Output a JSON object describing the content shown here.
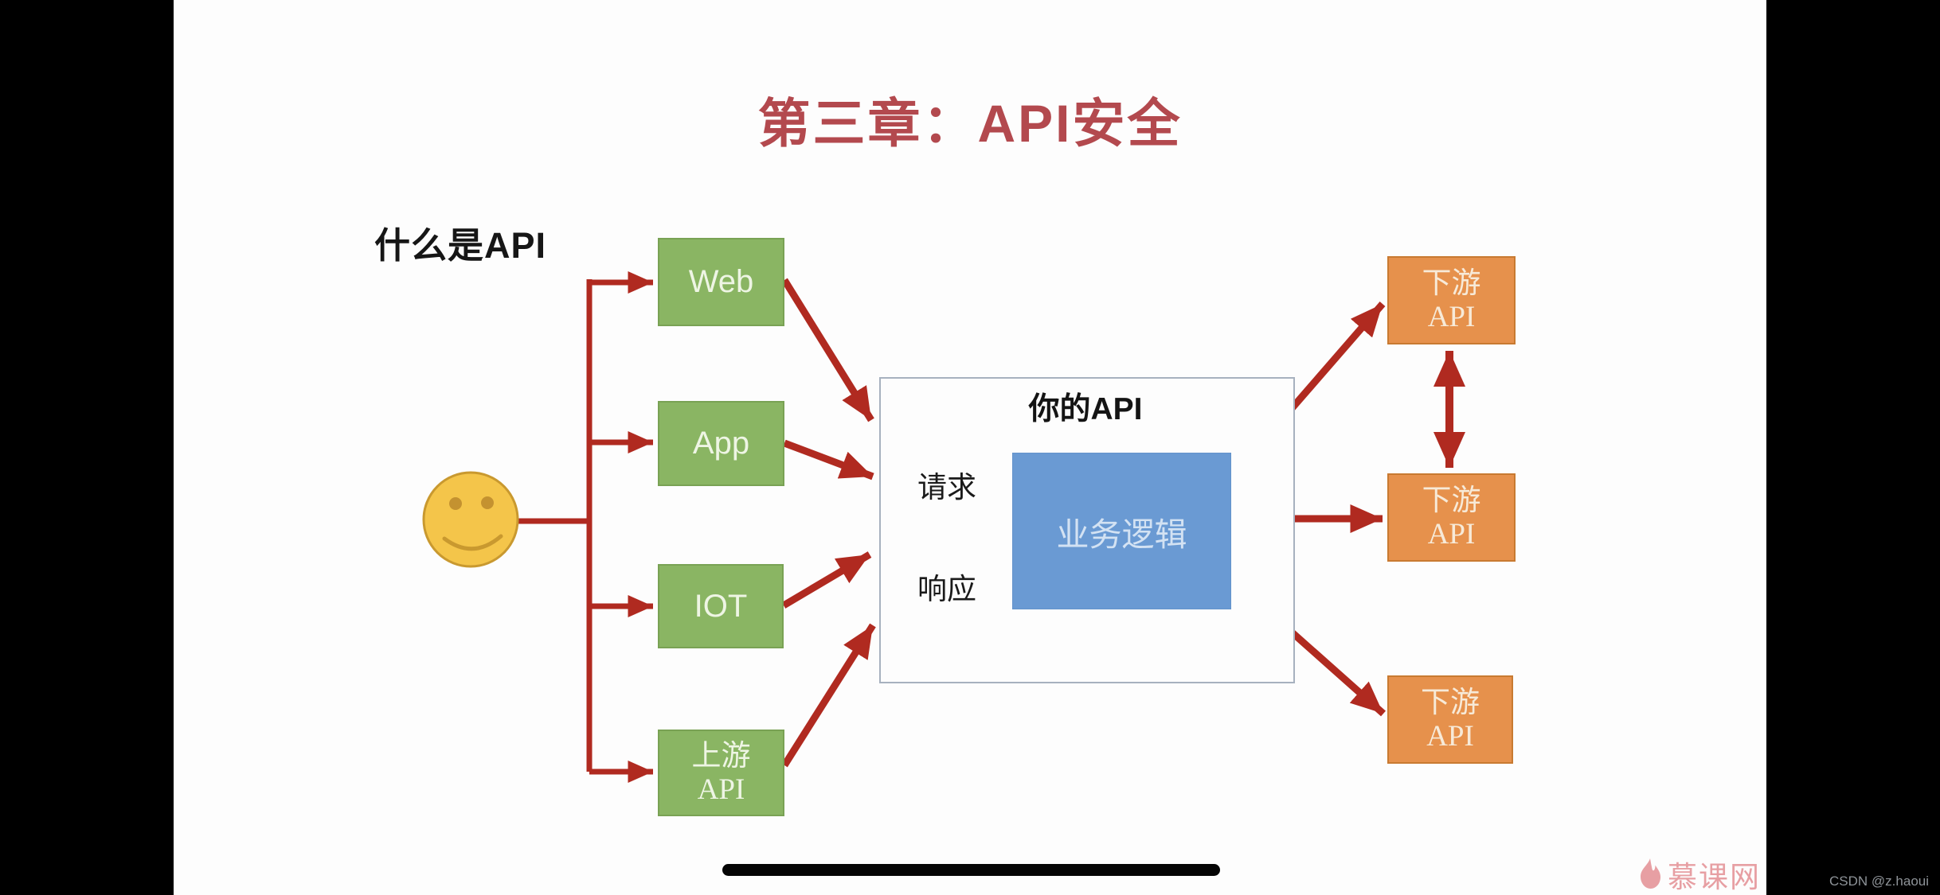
{
  "title": "第三章：API安全",
  "heading": "什么是API",
  "diagram": {
    "user_icon": "smiley-face",
    "clients": [
      {
        "label": "Web"
      },
      {
        "label": "App"
      },
      {
        "label": "IOT"
      }
    ],
    "upstream": {
      "line1": "上游",
      "line2": "API"
    },
    "your_api": {
      "title": "你的API",
      "request_label": "请求",
      "response_label": "响应",
      "logic_label": "业务逻辑"
    },
    "downstream": [
      {
        "line1": "下游",
        "line2": "API"
      },
      {
        "line1": "下游",
        "line2": "API"
      },
      {
        "line1": "下游",
        "line2": "API"
      }
    ]
  },
  "colors": {
    "title_red": "#b3494e",
    "arrow_red": "#b02a20",
    "client_green": "#8ab563",
    "logic_blue": "#6a9ad3",
    "downstream_orange": "#e6914c",
    "smiley_yellow": "#f4c54a",
    "brand_pink": "#e79fa3",
    "letterbox_black": "#000000"
  },
  "footer": {
    "brand": "慕课网",
    "watermark": "CSDN @z.haoui"
  }
}
